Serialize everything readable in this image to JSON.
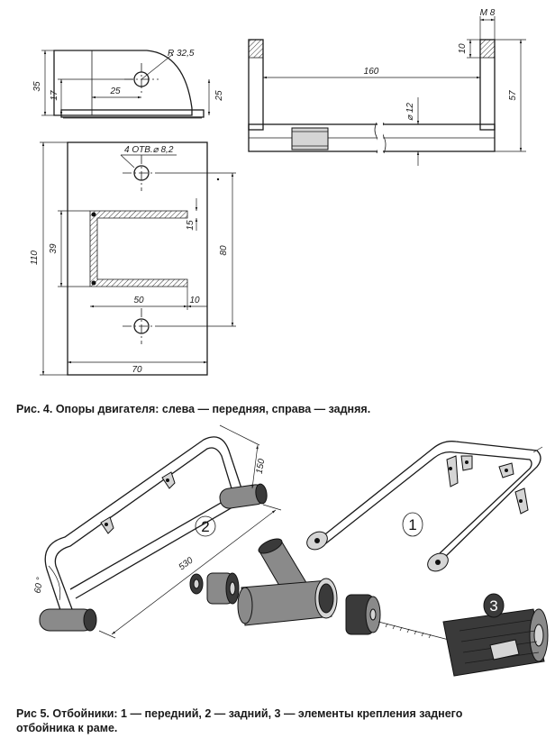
{
  "figure4": {
    "caption": "Рис. 4. Опоры двигателя: слева — передняя, справа — задняя.",
    "front_mount": {
      "dims": {
        "height": "35",
        "hole_height": "17",
        "hole_offset": "25",
        "radius": "R 32,5",
        "right_height": "25",
        "plate_height": "110",
        "inner_height": "39",
        "holes_note": "4 ОТВ.⌀ 8,2",
        "small_offset": "15",
        "right_span": "80",
        "inner_width": "50",
        "inner_margin": "10",
        "plate_width": "70"
      }
    },
    "rear_mount": {
      "dims": {
        "thread": "М 8",
        "thread_len": "10",
        "length": "160",
        "height": "57",
        "diameter": "⌀ 12"
      }
    }
  },
  "figure5": {
    "caption": "Рис 5. Отбойники: 1 — передний, 2 — задний, 3 — элементы крепления заднего отбойника к раме.",
    "labels": {
      "front": "1",
      "rear": "2",
      "fixing": "3"
    },
    "dims": {
      "height": "150",
      "length": "530",
      "angle": "60 °"
    }
  }
}
